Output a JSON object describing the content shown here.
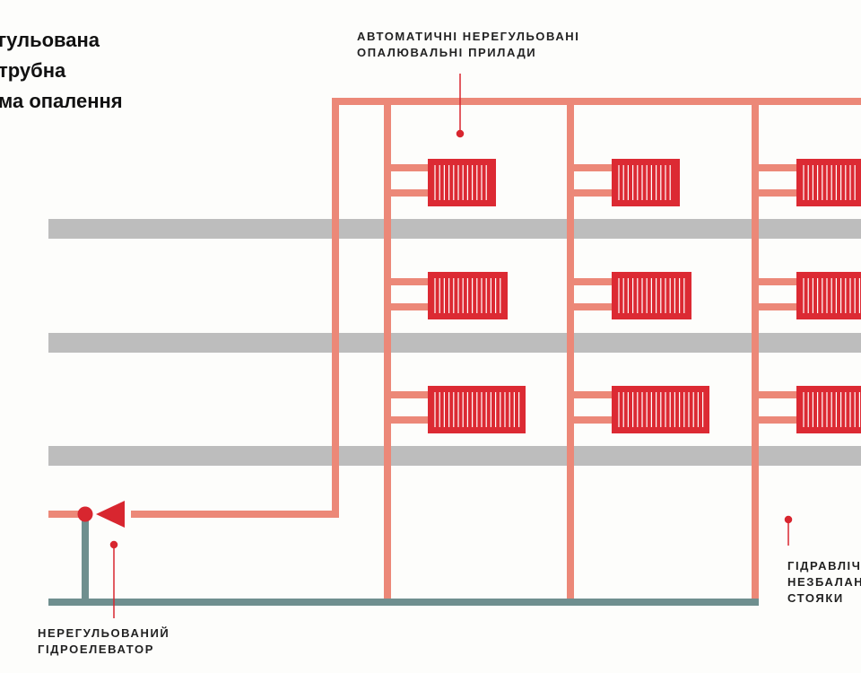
{
  "title": {
    "line1": "гульована",
    "line2": "трубна",
    "line3": "ма опалення"
  },
  "labels": {
    "radiators": {
      "line1": "АВТОМАТИЧНІ НЕРЕГУЛЬОВАНІ",
      "line2": "ОПАЛЮВАЛЬНІ ПРИЛАДИ"
    },
    "elevator": {
      "line1": "НЕРЕГУЛЬОВАНИЙ",
      "line2": "ГІДРОЕЛЕВАТОР"
    },
    "risers": {
      "line1": "ГІДРАВЛІЧ",
      "line2": "НЕЗБАЛАН",
      "line3": "СТОЯКИ"
    }
  },
  "colors": {
    "supply_pipe": "#ec8878",
    "return_pipe": "#6f8f8f",
    "floor_slab": "#bdbdbd",
    "radiator": "#dc2a33",
    "pointer": "#d8262f"
  },
  "diagram": {
    "floors": 3,
    "risers": 3,
    "radiators_per_riser": 3
  }
}
